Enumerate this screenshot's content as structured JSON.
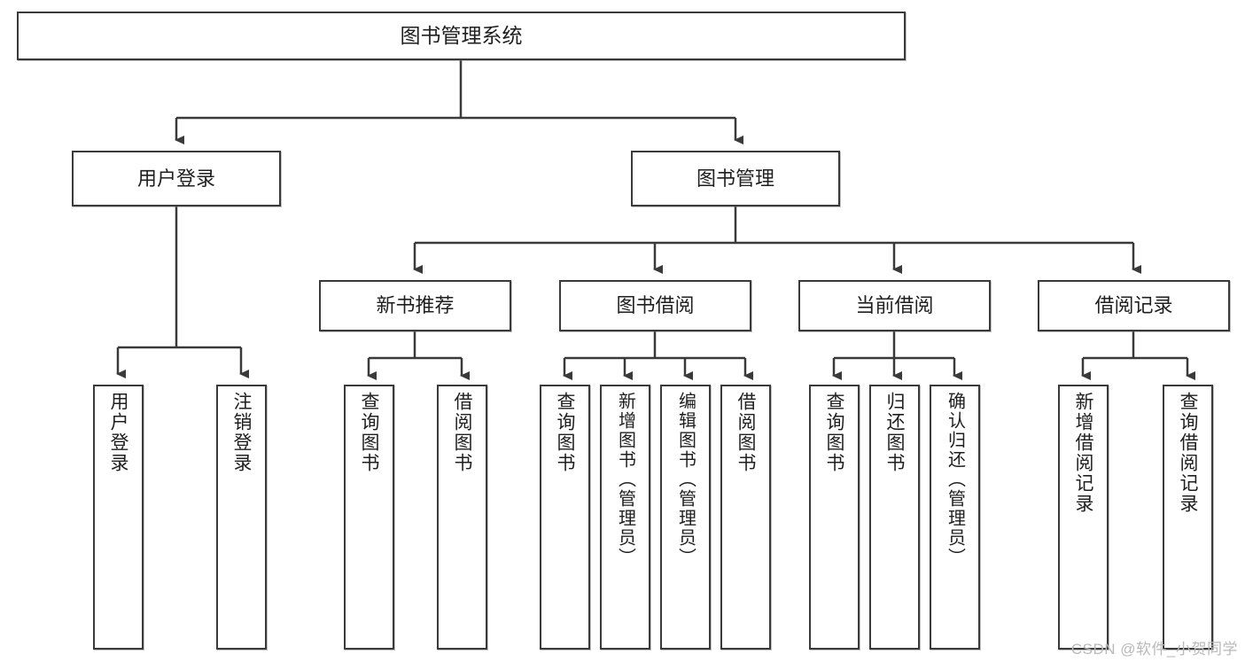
{
  "diagram": {
    "title": "图书管理系统",
    "type": "tree",
    "levels": 4,
    "root": {
      "label": "图书管理系统"
    },
    "level2": [
      {
        "label": "用户登录"
      },
      {
        "label": "图书管理"
      }
    ],
    "level3": [
      {
        "label": "新书推荐"
      },
      {
        "label": "图书借阅"
      },
      {
        "label": "当前借阅"
      },
      {
        "label": "借阅记录"
      }
    ],
    "leaves": {
      "user_login": [
        {
          "label": "用户登录"
        },
        {
          "label": "注销登录"
        }
      ],
      "new_book_recommend": [
        {
          "label": "查询图书"
        },
        {
          "label": "借阅图书"
        }
      ],
      "book_borrow": [
        {
          "label": "查询图书"
        },
        {
          "label": "新增图书（管理员）"
        },
        {
          "label": "编辑图书（管理员）"
        },
        {
          "label": "借阅图书"
        }
      ],
      "current_borrow": [
        {
          "label": "查询图书"
        },
        {
          "label": "归还图书"
        },
        {
          "label": "确认归还（管理员）"
        }
      ],
      "borrow_record": [
        {
          "label": "新增借阅记录"
        },
        {
          "label": "查询借阅记录"
        }
      ]
    }
  },
  "watermark": {
    "text": "CSDN @软件_小贺同学"
  },
  "colors": {
    "stroke": "#3a3a3a",
    "fill": "#ffffff",
    "text": "#1f1f1f",
    "watermark": "#b9b9b9"
  }
}
